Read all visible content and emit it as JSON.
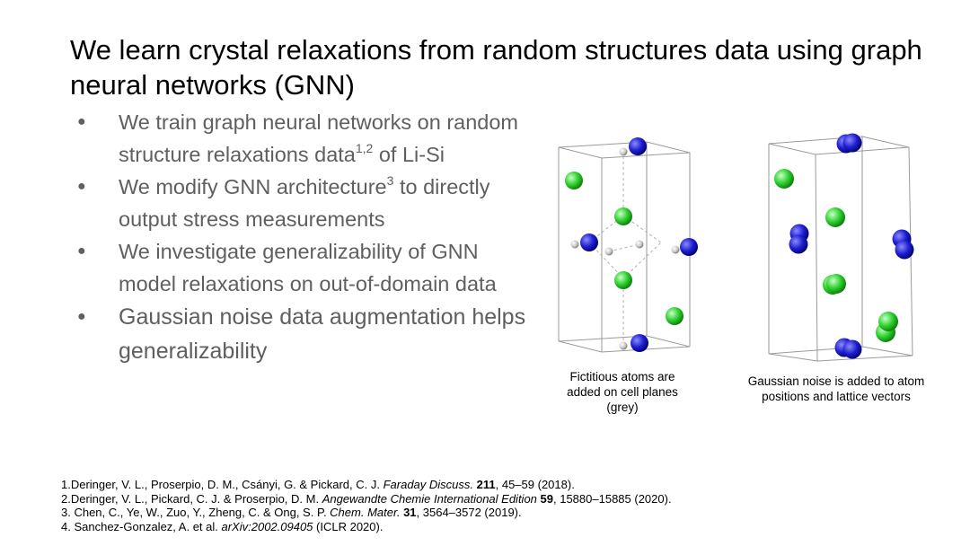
{
  "slide": {
    "title": "We learn crystal relaxations from random structures data using graph neural networks (GNN)"
  },
  "bullets": [
    {
      "text": "We train graph neural networks on random structure relaxations data",
      "sup": "1,2",
      "after": " of Li-Si"
    },
    {
      "text": "We modify GNN architecture",
      "sup": "3",
      "after": " to directly output stress measurements"
    },
    {
      "text": "We investigate generalizability of GNN model relaxations on out-of-domain data",
      "sup": "",
      "after": ""
    },
    {
      "text": "Gaussian noise data augmentation helps generalizability",
      "sup": "",
      "after": ""
    }
  ],
  "figures": {
    "left_caption_lines": [
      "Fictitious atoms are",
      "added on cell planes",
      "(grey)"
    ],
    "right_caption_lines": [
      "Gaussian noise is added to atom",
      "positions and lattice vectors"
    ],
    "colors": {
      "blue_atom": "#1f1fd0",
      "green_atom": "#2fd02f",
      "grey_atom": "#b8b8b8",
      "cell_line": "#9a9a9a"
    }
  },
  "references": [
    {
      "pre": "1.Deringer, V. L., Proserpio, D. M., Csányi, G. & Pickard, C. J. ",
      "journal": "Faraday Discuss.",
      "mid": " ",
      "vol": "211",
      "post": ", 45–59 (2018)."
    },
    {
      "pre": "2.Deringer, V. L., Pickard, C. J. & Proserpio, D. M. ",
      "journal": "Angewandte Chemie International Edition",
      "mid": " ",
      "vol": "59",
      "post": ", 15880–15885 (2020)."
    },
    {
      "pre": "3. Chen, C., Ye, W., Zuo, Y., Zheng, C. & Ong, S. P. ",
      "journal": "Chem. Mater.",
      "mid": " ",
      "vol": "31",
      "post": ", 3564–3572 (2019)."
    },
    {
      "pre": "4. Sanchez-Gonzalez, A. et al. ",
      "journal": "arXiv:2002.09405",
      "mid": "",
      "vol": "",
      "post": " (ICLR 2020)."
    }
  ]
}
